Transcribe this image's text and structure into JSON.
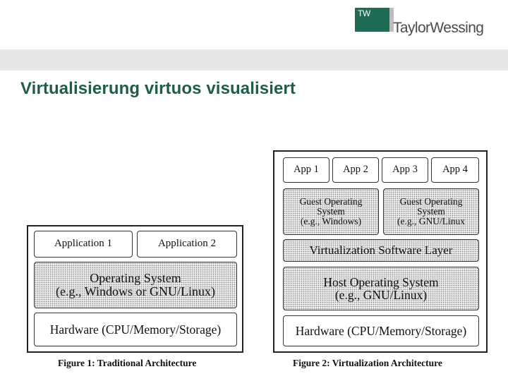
{
  "slide": {
    "title": "Virtualisierung virtuos visualisiert"
  },
  "logo": {
    "monogram": "TW",
    "wordmark": "TaylorWessing",
    "brand_color": "#1f6b55"
  },
  "figure1": {
    "caption": "Figure 1:  Traditional Architecture",
    "apps": [
      "Application 1",
      "Application 2"
    ],
    "os_line1": "Operating System",
    "os_line2": "(e.g., Windows or GNU/Linux)",
    "hardware": "Hardware (CPU/Memory/Storage)"
  },
  "figure2": {
    "caption": "Figure 2:  Virtualization Architecture",
    "apps": [
      "App 1",
      "App 2",
      "App 3",
      "App 4"
    ],
    "guest1": [
      "Guest Operating",
      "System",
      "(e.g., Windows)"
    ],
    "guest2": [
      "Guest Operating",
      "System",
      "(e.g., GNU/Linux"
    ],
    "virt_layer": "Virtualization Software Layer",
    "host_line1": "Host Operating System",
    "host_line2": "(e.g., GNU/Linux)",
    "hardware": "Hardware (CPU/Memory/Storage)"
  }
}
